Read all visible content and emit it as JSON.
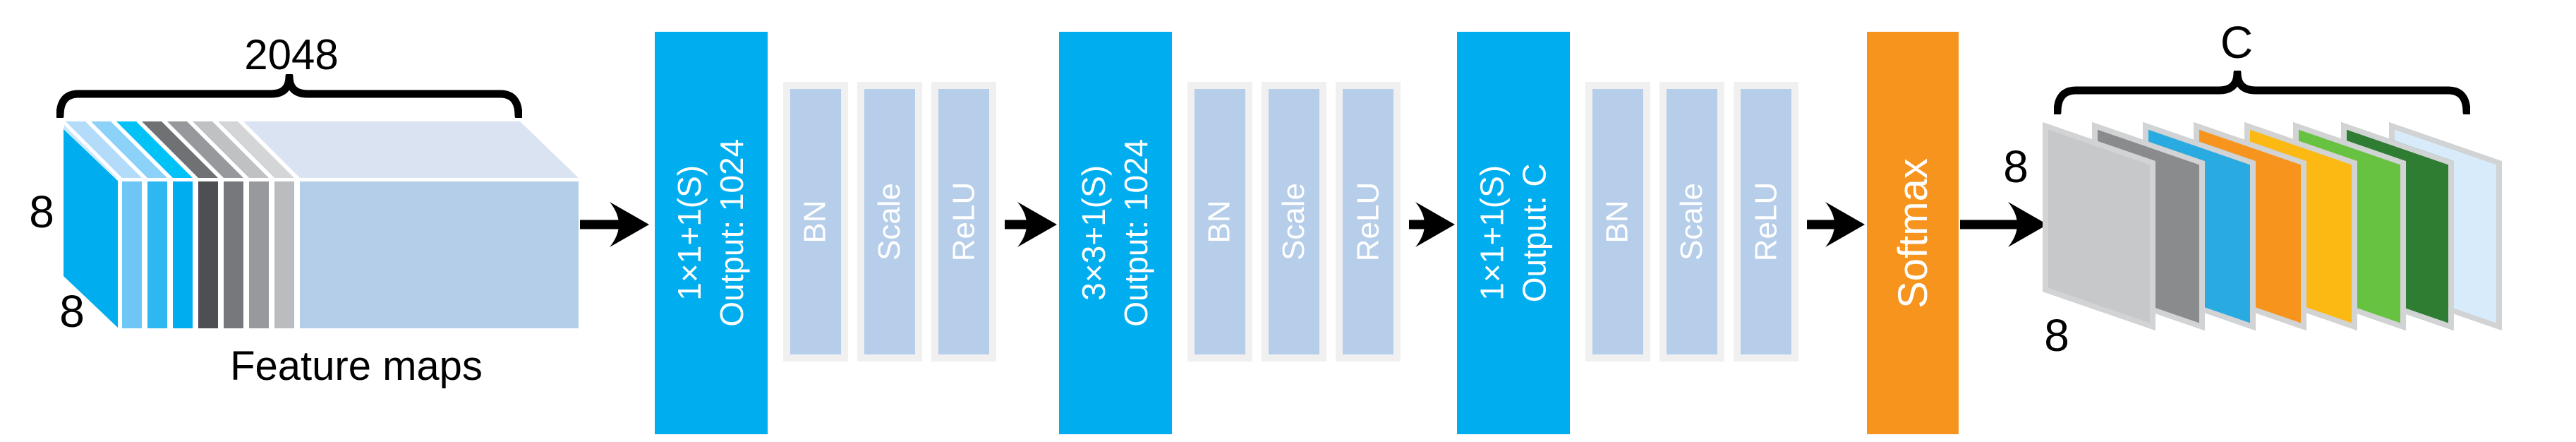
{
  "feature_block": {
    "depth_label": "2048",
    "height_label": "8",
    "width_label": "8",
    "caption": "Feature maps",
    "slab_color": "#00aeef",
    "body_color": "#b4cde9",
    "body_top_color": "#dae3f2",
    "front_slice_colors": [
      "#6ec6f5",
      "#2fb7f2",
      "#00aeef",
      "#4d4f52",
      "#76787b",
      "#98999c",
      "#babcbf"
    ],
    "top_stripe_colors": [
      "#c9e6fb",
      "#b2dcfa",
      "#8cd2f8",
      "#00c2f6",
      "#6f7174",
      "#96989b",
      "#bfc1c3",
      "#d3d5d7",
      "#dae3f2"
    ]
  },
  "pipeline": {
    "conv_color": "#00aeef",
    "bar_fill": "#b6cee9",
    "bar_border": "#f0f0f1",
    "text_color": "#ffffff",
    "groups": [
      {
        "conv_line1": "1×1+1(S)",
        "conv_line2": "Output: 1024",
        "bars": [
          "BN",
          "Scale",
          "ReLU"
        ]
      },
      {
        "conv_line1": "3×3+1(S)",
        "conv_line2": "Output: 1024",
        "bars": [
          "BN",
          "Scale",
          "ReLU"
        ]
      },
      {
        "conv_line1": "1×1+1(S)",
        "conv_line2": "Output: C",
        "bars": [
          "BN",
          "Scale",
          "ReLU"
        ]
      }
    ]
  },
  "softmax": {
    "label": "Softmax",
    "color": "#f7941e"
  },
  "output_stack": {
    "count_label": "C",
    "height_label": "8",
    "width_label": "8",
    "border_color": "#d1d3d4",
    "layer_colors": [
      "#c7c8ca",
      "#898b8d",
      "#29abe2",
      "#f7941e",
      "#fdb913",
      "#68c242",
      "#2e7d32",
      "#d7ebfa"
    ]
  },
  "arrow_color": "#000000"
}
